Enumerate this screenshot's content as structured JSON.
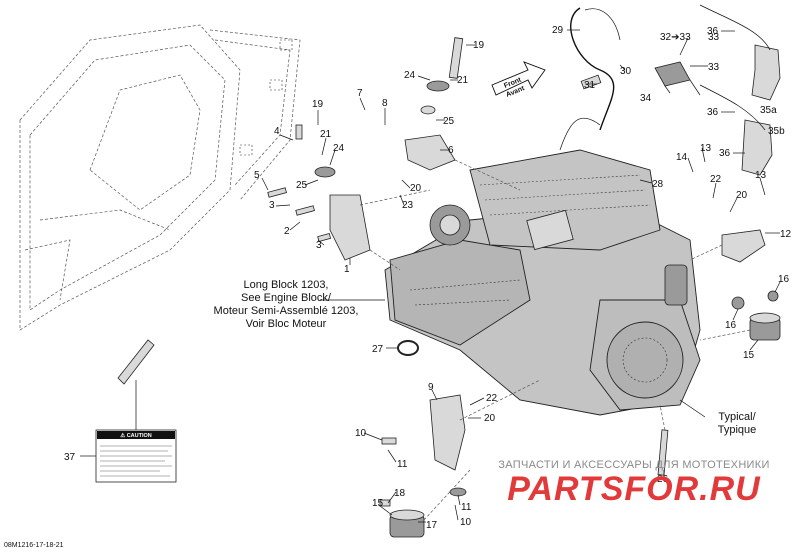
{
  "callouts": {
    "long_block": [
      "Long Block 1203,",
      "See Engine Block/",
      "Moteur Semi-Assemblé 1203,",
      "Voir Bloc Moteur"
    ],
    "typical": [
      "Typical/",
      "Typique"
    ],
    "front": [
      "Front",
      "Avant"
    ]
  },
  "caution_label": "⚠ CAUTION",
  "ref_code": "08M1216-17-18-21",
  "watermark": {
    "top": "ЗАПЧАСТИ И АКСЕССУАРЫ ДЛЯ МОТОТЕХНИКИ",
    "big": "PARTSFOR.RU"
  },
  "part_numbers": [
    {
      "id": "n19a",
      "label": "19"
    },
    {
      "id": "n21a",
      "label": "21"
    },
    {
      "id": "n24a",
      "label": "24"
    },
    {
      "id": "n25a",
      "label": "25"
    },
    {
      "id": "n19b",
      "label": "19"
    },
    {
      "id": "n7",
      "label": "7"
    },
    {
      "id": "n8",
      "label": "8"
    },
    {
      "id": "n4",
      "label": "4"
    },
    {
      "id": "n21b",
      "label": "21"
    },
    {
      "id": "n24b",
      "label": "24"
    },
    {
      "id": "n6",
      "label": "6"
    },
    {
      "id": "n5",
      "label": "5"
    },
    {
      "id": "n25b",
      "label": "25"
    },
    {
      "id": "n20a",
      "label": "20"
    },
    {
      "id": "n23",
      "label": "23"
    },
    {
      "id": "n3a",
      "label": "3"
    },
    {
      "id": "n2",
      "label": "2"
    },
    {
      "id": "n3b",
      "label": "3"
    },
    {
      "id": "n1",
      "label": "1"
    },
    {
      "id": "n29",
      "label": "29"
    },
    {
      "id": "n30",
      "label": "30"
    },
    {
      "id": "n31",
      "label": "31"
    },
    {
      "id": "n28",
      "label": "28"
    },
    {
      "id": "n3233",
      "label": "32➔33"
    },
    {
      "id": "n33a",
      "label": "33"
    },
    {
      "id": "n33b",
      "label": "33"
    },
    {
      "id": "n34",
      "label": "34"
    },
    {
      "id": "n36a",
      "label": "36"
    },
    {
      "id": "n36b",
      "label": "36"
    },
    {
      "id": "n35a",
      "label": "35a"
    },
    {
      "id": "n35b",
      "label": "35b"
    },
    {
      "id": "n36c",
      "label": "36"
    },
    {
      "id": "n14",
      "label": "14"
    },
    {
      "id": "n13a",
      "label": "13"
    },
    {
      "id": "n22a",
      "label": "22"
    },
    {
      "id": "n20b",
      "label": "20"
    },
    {
      "id": "n13b",
      "label": "13"
    },
    {
      "id": "n12",
      "label": "12"
    },
    {
      "id": "n16a",
      "label": "16"
    },
    {
      "id": "n16b",
      "label": "16"
    },
    {
      "id": "n15a",
      "label": "15"
    },
    {
      "id": "n27",
      "label": "27"
    },
    {
      "id": "n9",
      "label": "9"
    },
    {
      "id": "n22b",
      "label": "22"
    },
    {
      "id": "n20c",
      "label": "20"
    },
    {
      "id": "n10a",
      "label": "10"
    },
    {
      "id": "n11a",
      "label": "11"
    },
    {
      "id": "n37",
      "label": "37"
    },
    {
      "id": "n18",
      "label": "18"
    },
    {
      "id": "n15b",
      "label": "15"
    },
    {
      "id": "n17",
      "label": "17"
    },
    {
      "id": "n11b",
      "label": "11"
    },
    {
      "id": "n10b",
      "label": "10"
    },
    {
      "id": "n26",
      "label": "26"
    }
  ]
}
